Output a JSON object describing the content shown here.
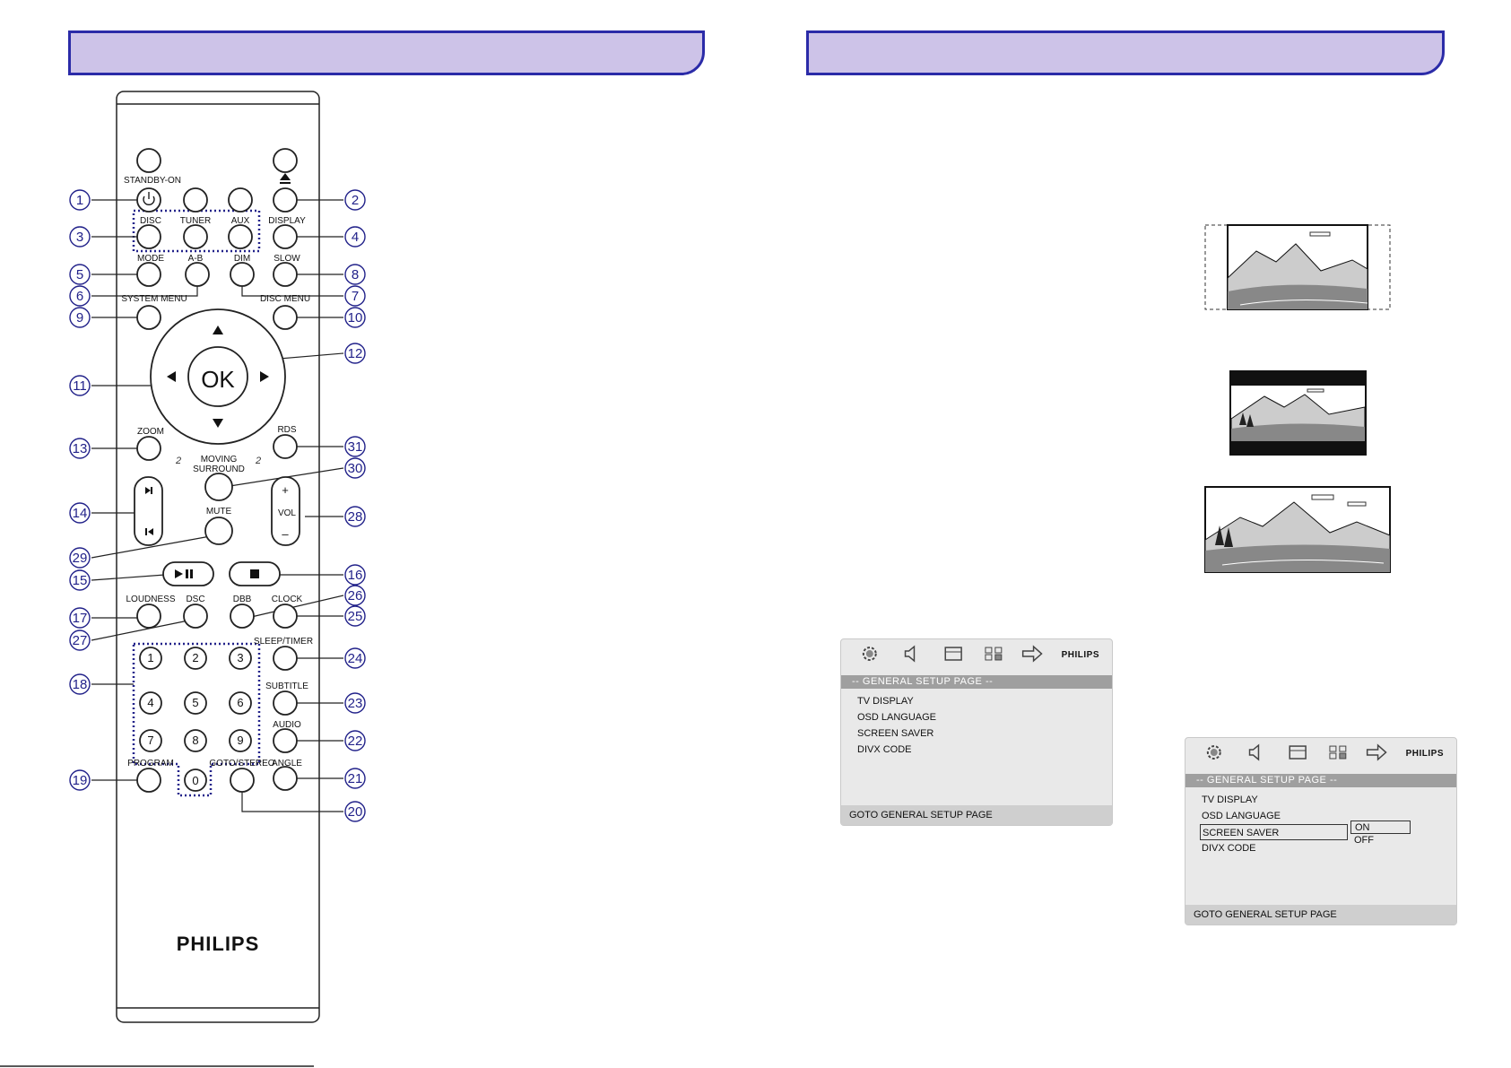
{
  "remote": {
    "brand": "PHILIPS",
    "labels": {
      "standby": "STANDBY-ON",
      "disc": "DISC",
      "tuner": "TUNER",
      "aux": "AUX",
      "display": "DISPLAY",
      "mode": "MODE",
      "ab": "A-B",
      "dim": "DIM",
      "slow": "SLOW",
      "system_menu": "SYSTEM MENU",
      "disc_menu": "DISC MENU",
      "ok": "OK",
      "zoom": "ZOOM",
      "rds": "RDS",
      "moving_surround_1": "MOVING",
      "moving_surround_2": "SURROUND",
      "surround_left": "2",
      "surround_right": "2",
      "mute": "MUTE",
      "vol": "VOL",
      "vol_plus": "+",
      "vol_minus": "–",
      "loudness": "LOUDNESS",
      "dsc": "DSC",
      "dbb": "DBB",
      "clock": "CLOCK",
      "sleep_timer": "SLEEP/TIMER",
      "subtitle": "SUBTITLE",
      "audio": "AUDIO",
      "angle": "ANGLE",
      "program": "PROGRAM",
      "goto_stereo": "GOTO/STEREO",
      "digits": [
        "1",
        "2",
        "3",
        "4",
        "5",
        "6",
        "7",
        "8",
        "9",
        "0"
      ]
    },
    "callouts": [
      "1",
      "2",
      "3",
      "4",
      "5",
      "6",
      "7",
      "8",
      "9",
      "10",
      "11",
      "12",
      "13",
      "14",
      "15",
      "16",
      "17",
      "18",
      "19",
      "20",
      "21",
      "22",
      "23",
      "24",
      "25",
      "26",
      "27",
      "28",
      "29",
      "30",
      "31"
    ]
  },
  "osd_menu_1": {
    "brand": "PHILIPS",
    "title": "-- GENERAL SETUP PAGE --",
    "items": [
      "TV DISPLAY",
      "OSD LANGUAGE",
      "SCREEN SAVER",
      "DIVX CODE"
    ],
    "footer": "GOTO GENERAL SETUP PAGE",
    "icons": [
      "gear-icon",
      "speaker-icon",
      "video-icon",
      "preference-icon",
      "exit-icon"
    ]
  },
  "osd_menu_2": {
    "brand": "PHILIPS",
    "title": "-- GENERAL SETUP PAGE --",
    "items": [
      "TV DISPLAY",
      "OSD LANGUAGE",
      "SCREEN SAVER",
      "DIVX CODE"
    ],
    "selected_item": "SCREEN SAVER",
    "options": [
      "ON",
      "OFF"
    ],
    "selected_option": "ON",
    "footer": "GOTO GENERAL SETUP PAGE",
    "icons": [
      "gear-icon",
      "speaker-icon",
      "video-icon",
      "preference-icon",
      "exit-icon"
    ]
  }
}
